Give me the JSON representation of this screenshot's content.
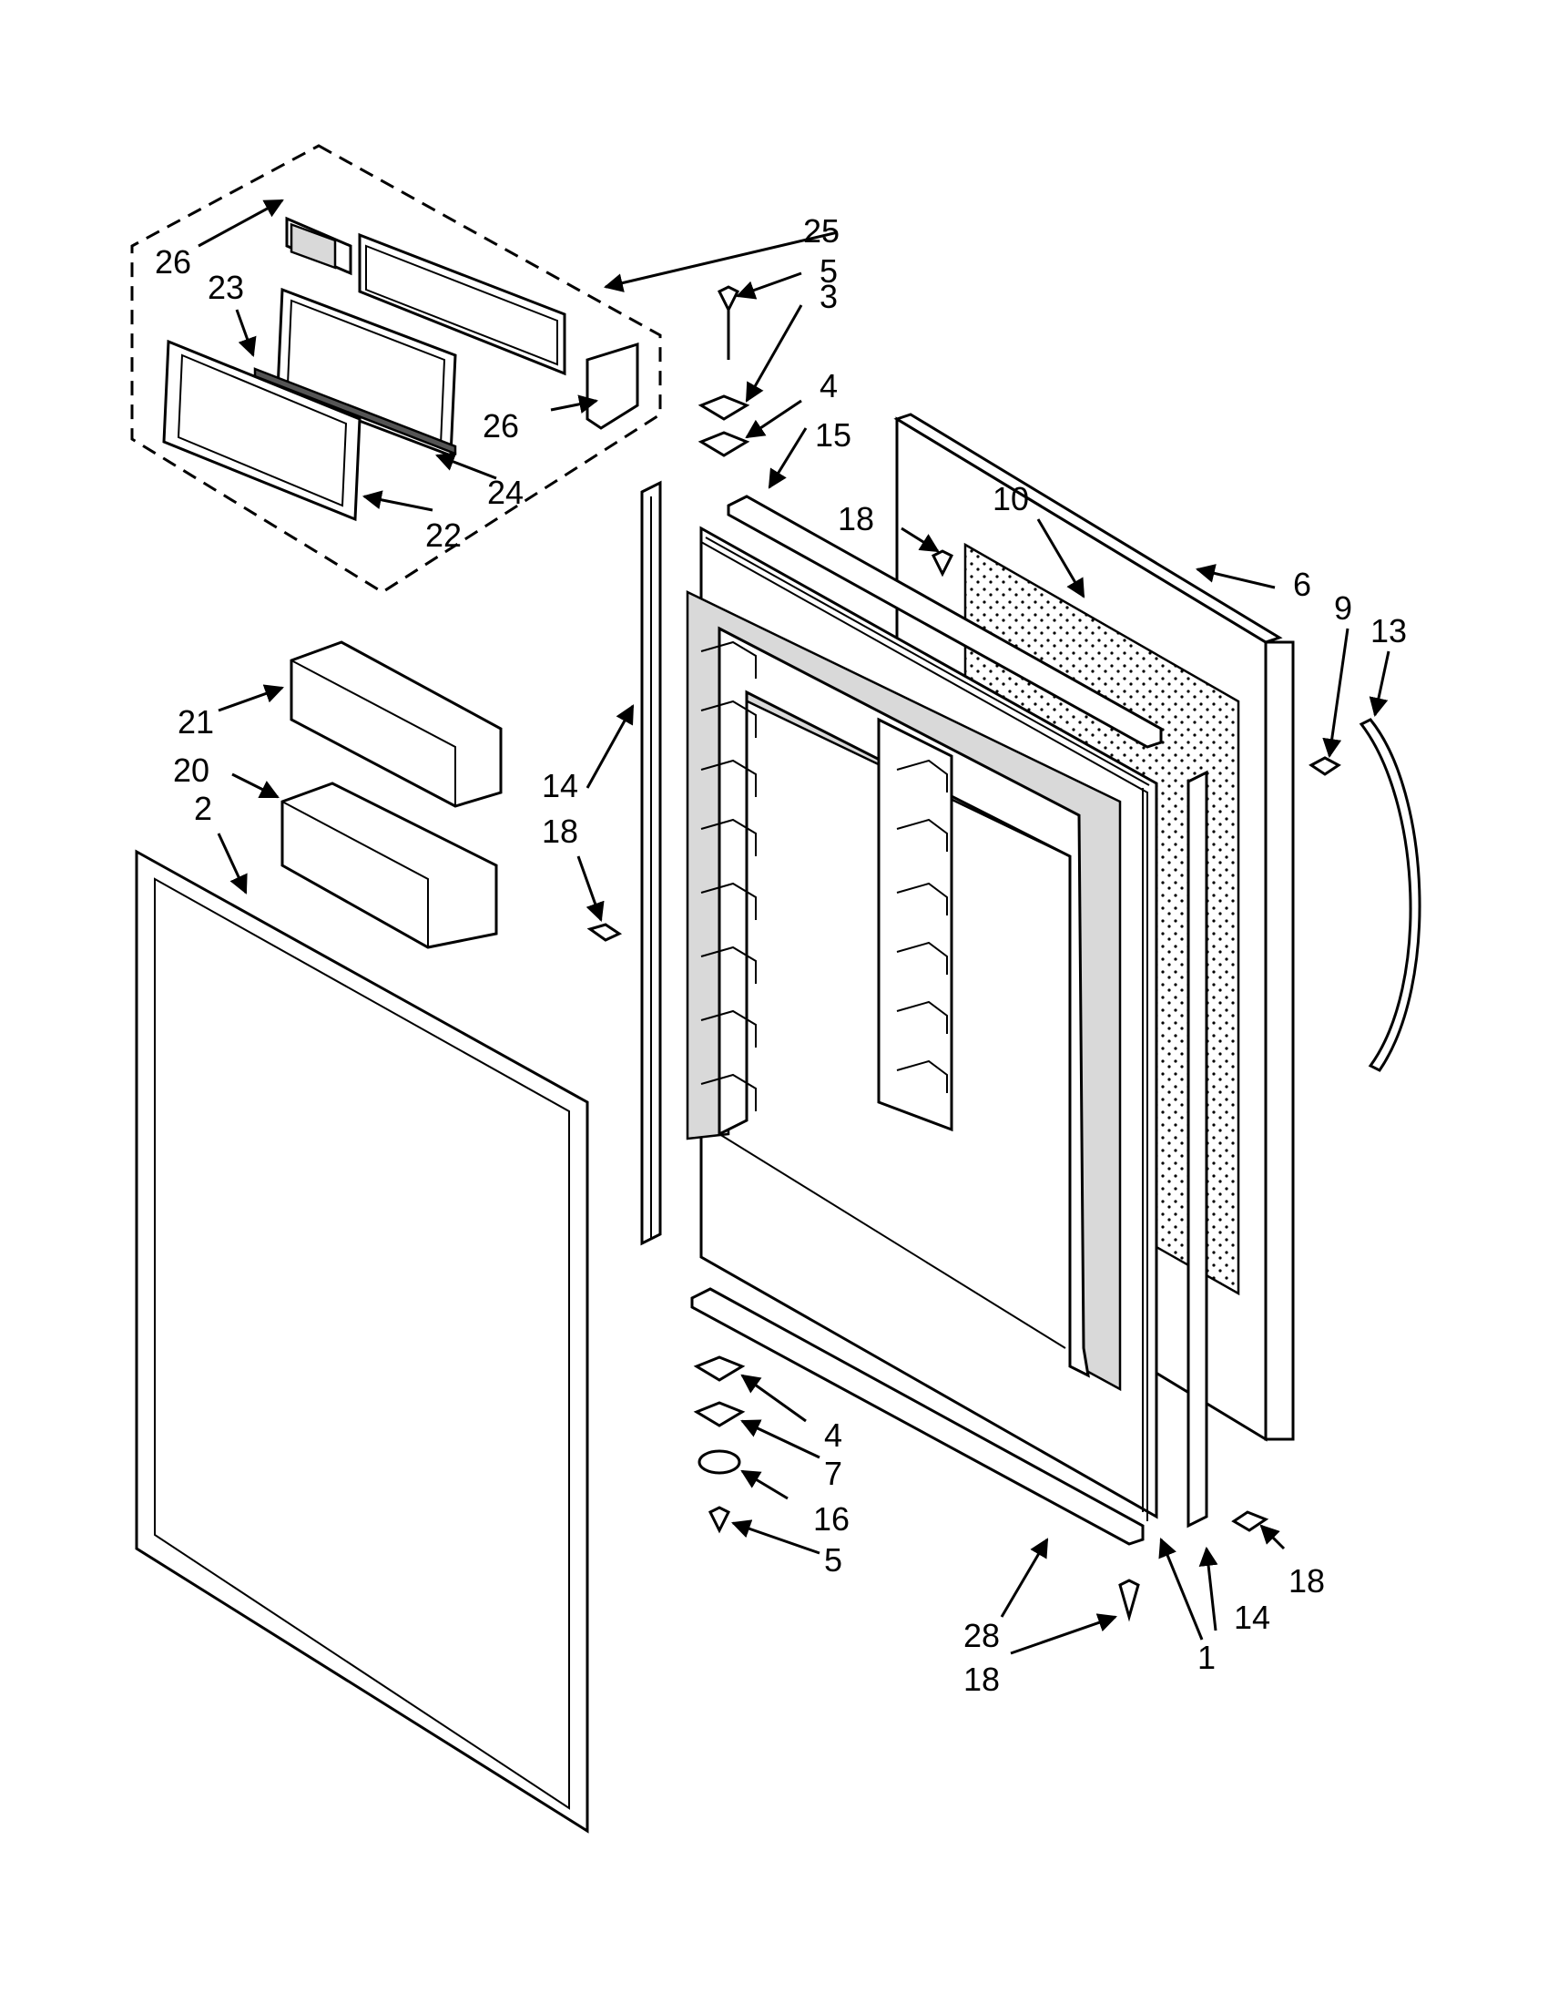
{
  "callouts": {
    "c1": "1",
    "c2": "2",
    "c3": "3",
    "c4a": "4",
    "c4b": "4",
    "c5a": "5",
    "c5b": "5",
    "c6": "6",
    "c7": "7",
    "c9": "9",
    "c10": "10",
    "c13": "13",
    "c14a": "14",
    "c14b": "14",
    "c15": "15",
    "c16": "16",
    "c18a": "18",
    "c18b": "18",
    "c18c": "18",
    "c18d": "18",
    "c20": "20",
    "c21": "21",
    "c22": "22",
    "c23": "23",
    "c24": "24",
    "c25": "25",
    "c26a": "26",
    "c26b": "26",
    "c28": "28"
  }
}
